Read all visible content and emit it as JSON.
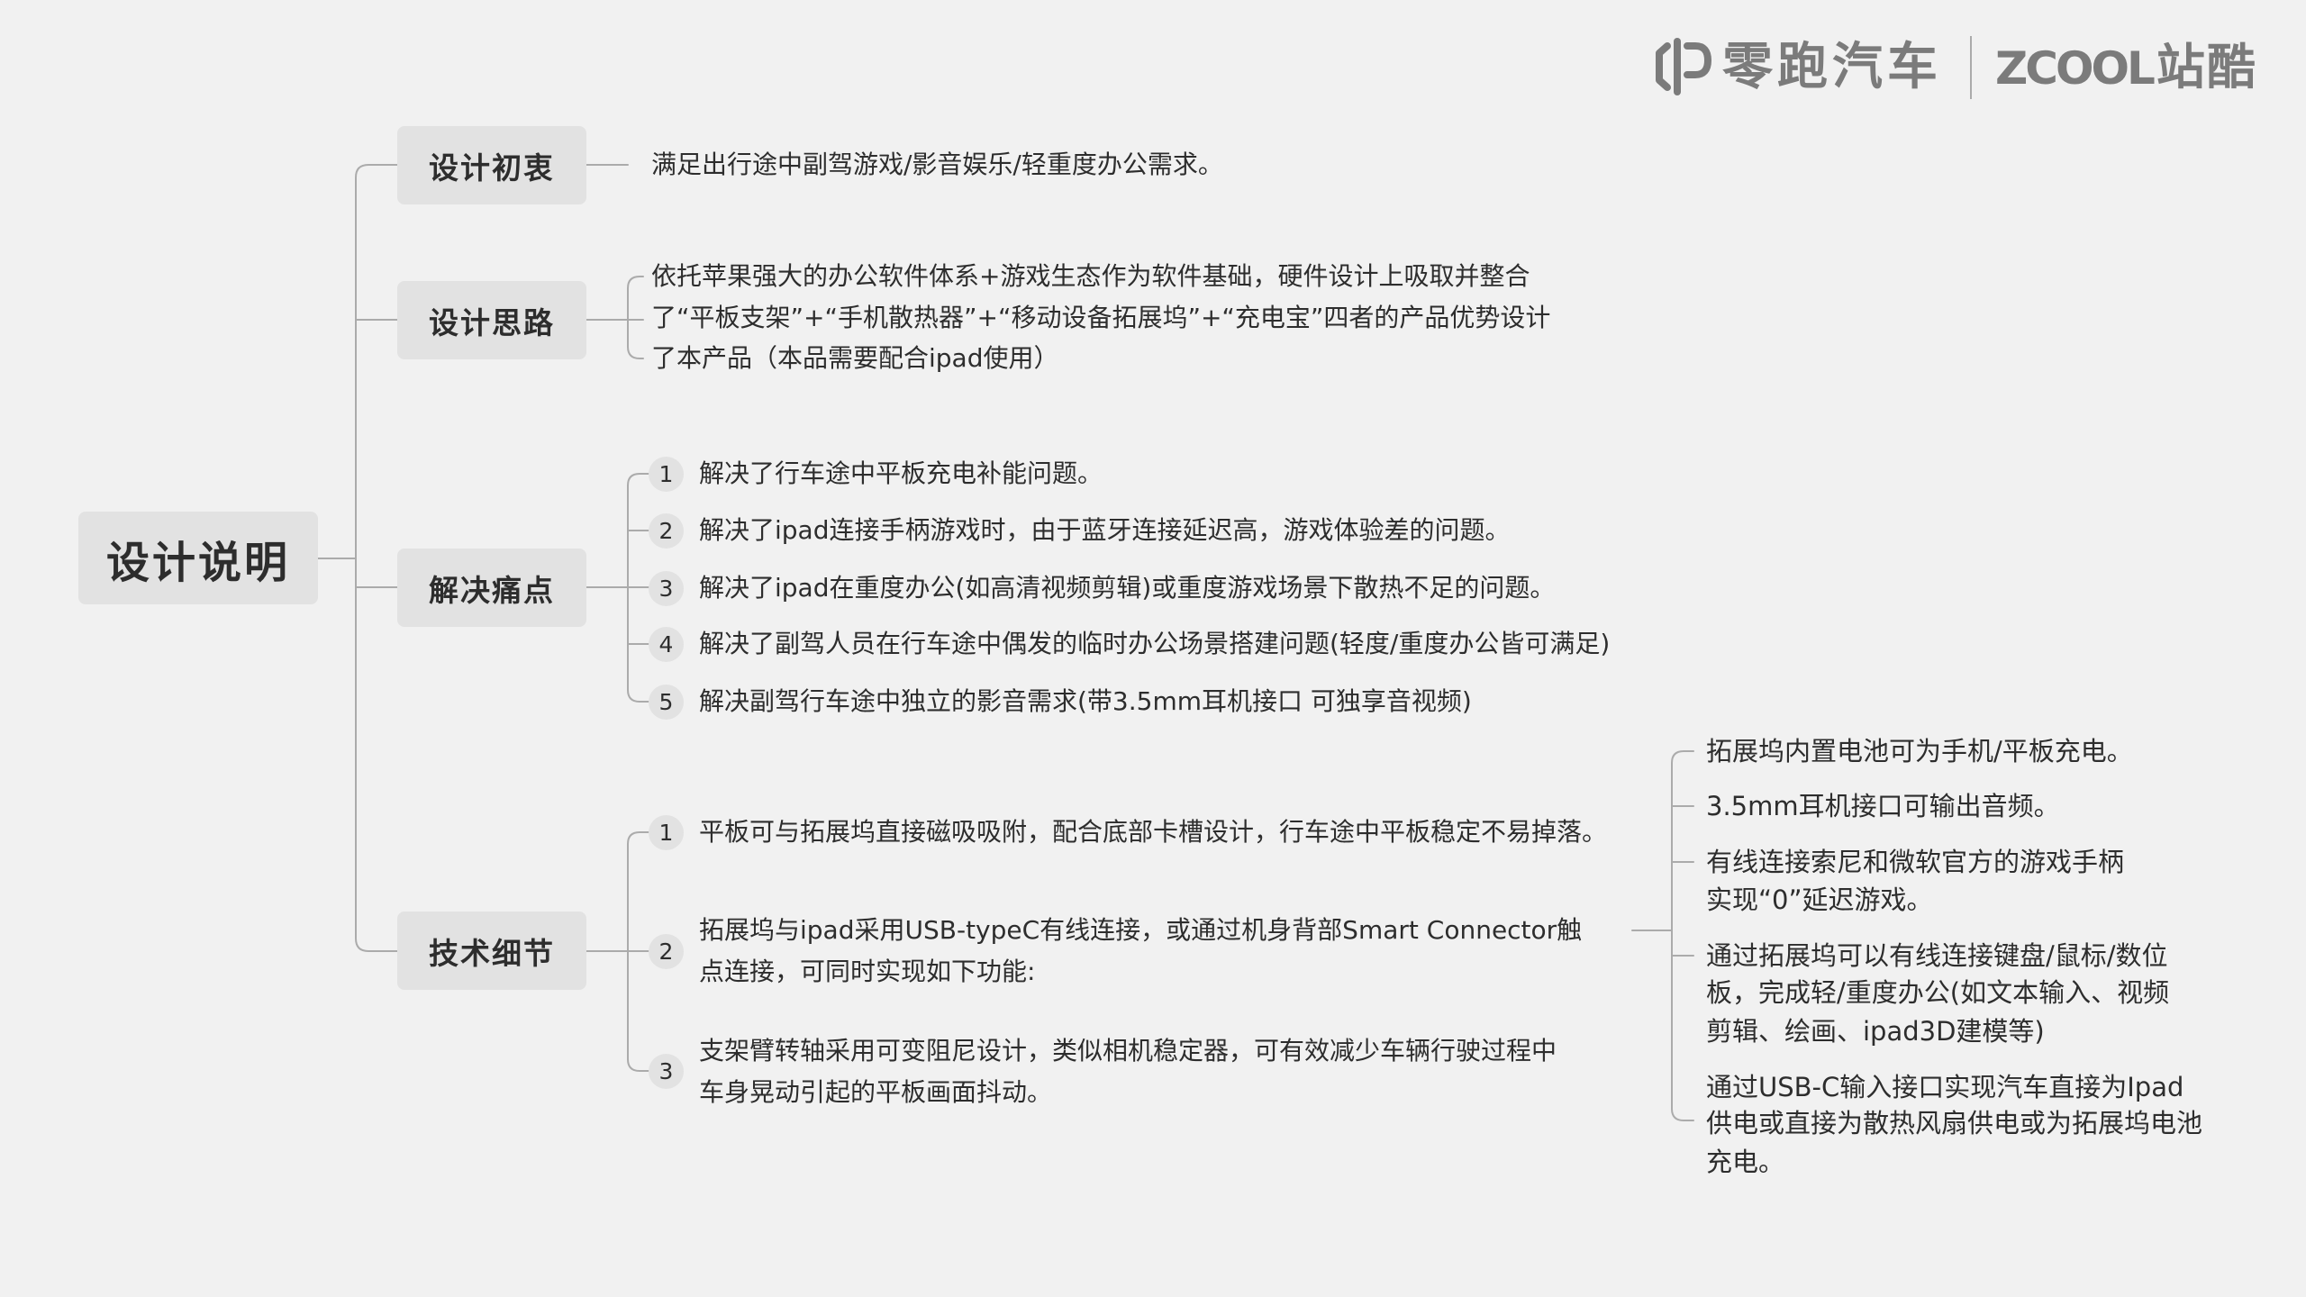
{
  "colors": {
    "background": "#f1f1f1",
    "node_fill": "#e2e2e2",
    "text": "#2d2d2d",
    "connector": "#ababab",
    "logo": "#7b7b7b"
  },
  "header": {
    "logo_icon": "leapmotor-logo-icon",
    "brand_left": "零跑汽车",
    "brand_right_latin": "ZCOOL",
    "brand_right_cn": "站酷"
  },
  "mindmap": {
    "root": "设计说明",
    "intent": {
      "label": "设计初衷",
      "lines": [
        "满足出行途中副驾游戏/影音娱乐/轻重度办公需求。"
      ]
    },
    "approach": {
      "label": "设计思路",
      "lines": [
        "依托苹果强大的办公软件体系+游戏生态作为软件基础，硬件设计上吸取并整合",
        "了“平板支架”+“手机散热器”+“移动设备拓展坞”+“充电宝”四者的产品优势设计",
        "了本产品（本品需要配合ipad使用）"
      ]
    },
    "pain_points": {
      "label": "解决痛点",
      "items": [
        {
          "num": "1",
          "text": "解决了行车途中平板充电补能问题。"
        },
        {
          "num": "2",
          "text": "解决了ipad连接手柄游戏时，由于蓝牙连接延迟高，游戏体验差的问题。"
        },
        {
          "num": "3",
          "text": "解决了ipad在重度办公(如高清视频剪辑)或重度游戏场景下散热不足的问题。"
        },
        {
          "num": "4",
          "text": "解决了副驾人员在行车途中偶发的临时办公场景搭建问题(轻度/重度办公皆可满足)"
        },
        {
          "num": "5",
          "text": "解决副驾行车途中独立的影音需求(带3.5mm耳机接口 可独享音视频)"
        }
      ]
    },
    "tech_details": {
      "label": "技术细节",
      "items": [
        {
          "num": "1",
          "lines": [
            "平板可与拓展坞直接磁吸吸附，配合底部卡槽设计，行车途中平板稳定不易掉落。"
          ]
        },
        {
          "num": "2",
          "lines": [
            "拓展坞与ipad采用USB-typeC有线连接，或通过机身背部Smart Connector触",
            "点连接，可同时实现如下功能:"
          ]
        },
        {
          "num": "3",
          "lines": [
            "支架臂转轴采用可变阻尼设计，类似相机稳定器，可有效减少车辆行驶过程中",
            "车身晃动引起的平板画面抖动。"
          ]
        }
      ],
      "features": [
        {
          "lines": [
            "拓展坞内置电池可为手机/平板充电。"
          ]
        },
        {
          "lines": [
            "3.5mm耳机接口可输出音频。"
          ]
        },
        {
          "lines": [
            "有线连接索尼和微软官方的游戏手柄",
            "实现“0”延迟游戏。"
          ]
        },
        {
          "lines": [
            "通过拓展坞可以有线连接键盘/鼠标/数位",
            "板，完成轻/重度办公(如文本输入、视频",
            "剪辑、绘画、ipad3D建模等)"
          ]
        },
        {
          "lines": [
            "通过USB-C输入接口实现汽车直接为Ipad",
            "供电或直接为散热风扇供电或为拓展坞电池",
            "充电。"
          ]
        }
      ]
    }
  }
}
